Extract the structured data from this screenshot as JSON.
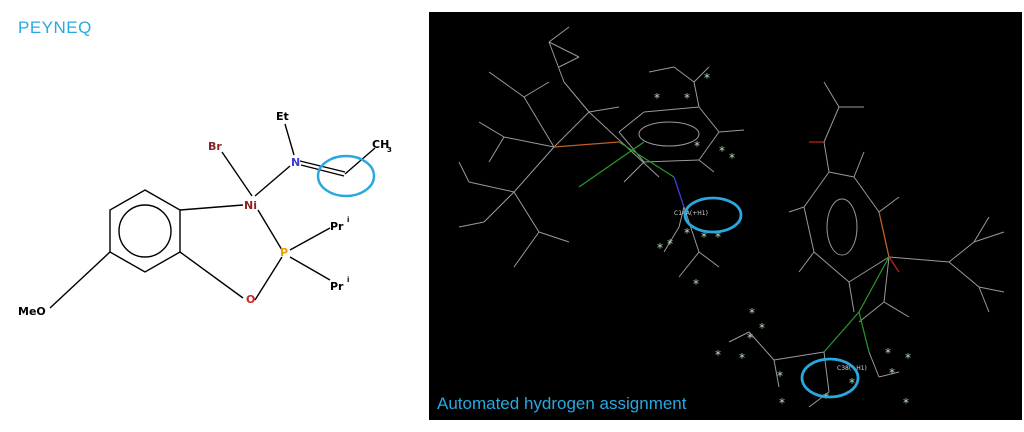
{
  "title": "PEYNEQ",
  "caption": "Automated hydrogen assignment",
  "labels": {
    "br": "Br",
    "et": "Et",
    "n": "N",
    "ch3": "CH",
    "ch3_sub": "3",
    "ni": "Ni",
    "p": "P",
    "o": "O",
    "meo": "MeO",
    "pr": "Pr",
    "pr_sup": "i",
    "c14a": "C14A(+H1)",
    "c38": "C38(+H1)"
  },
  "colors": {
    "accent": "#29a8e0",
    "br": "#8b2222",
    "ni": "#8b2222",
    "n": "#3a3ad8",
    "p": "#e8a000",
    "o": "#cc2222",
    "bond": "#000000"
  }
}
